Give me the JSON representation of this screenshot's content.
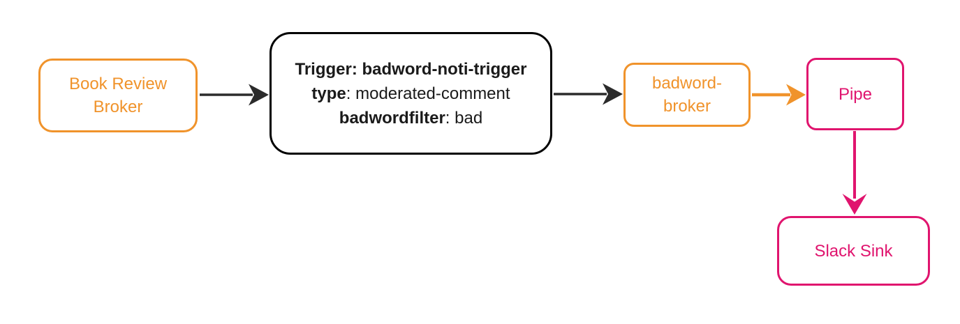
{
  "diagram": {
    "background": "#ffffff",
    "colors": {
      "orange": "#F0932B",
      "black_border": "#000000",
      "dark_text": "#1a1a1a",
      "arrow_dark": "#2b2b2b",
      "pink": "#E0146E"
    },
    "nodes": {
      "book_review_broker": {
        "line1": "Book Review",
        "line2": "Broker",
        "color": "#F0932B"
      },
      "trigger": {
        "line1_bold": "Trigger: badword-noti-trigger",
        "line2_bold": "type",
        "line2_rest": ": moderated-comment",
        "line3_bold": "badwordfilter",
        "line3_rest": ": bad",
        "color": "#000000"
      },
      "badword_broker": {
        "line1": "badword-",
        "line2": "broker",
        "color": "#F0932B"
      },
      "pipe": {
        "label": "Pipe",
        "color": "#E0146E"
      },
      "slack_sink": {
        "label": "Slack Sink",
        "color": "#E0146E"
      }
    },
    "edges": [
      {
        "from": "book_review_broker",
        "to": "trigger",
        "color": "#2b2b2b",
        "direction": "right"
      },
      {
        "from": "trigger",
        "to": "badword_broker",
        "color": "#2b2b2b",
        "direction": "right"
      },
      {
        "from": "badword_broker",
        "to": "pipe",
        "color": "#F0932B",
        "direction": "right"
      },
      {
        "from": "pipe",
        "to": "slack_sink",
        "color": "#E0146E",
        "direction": "down"
      }
    ]
  }
}
